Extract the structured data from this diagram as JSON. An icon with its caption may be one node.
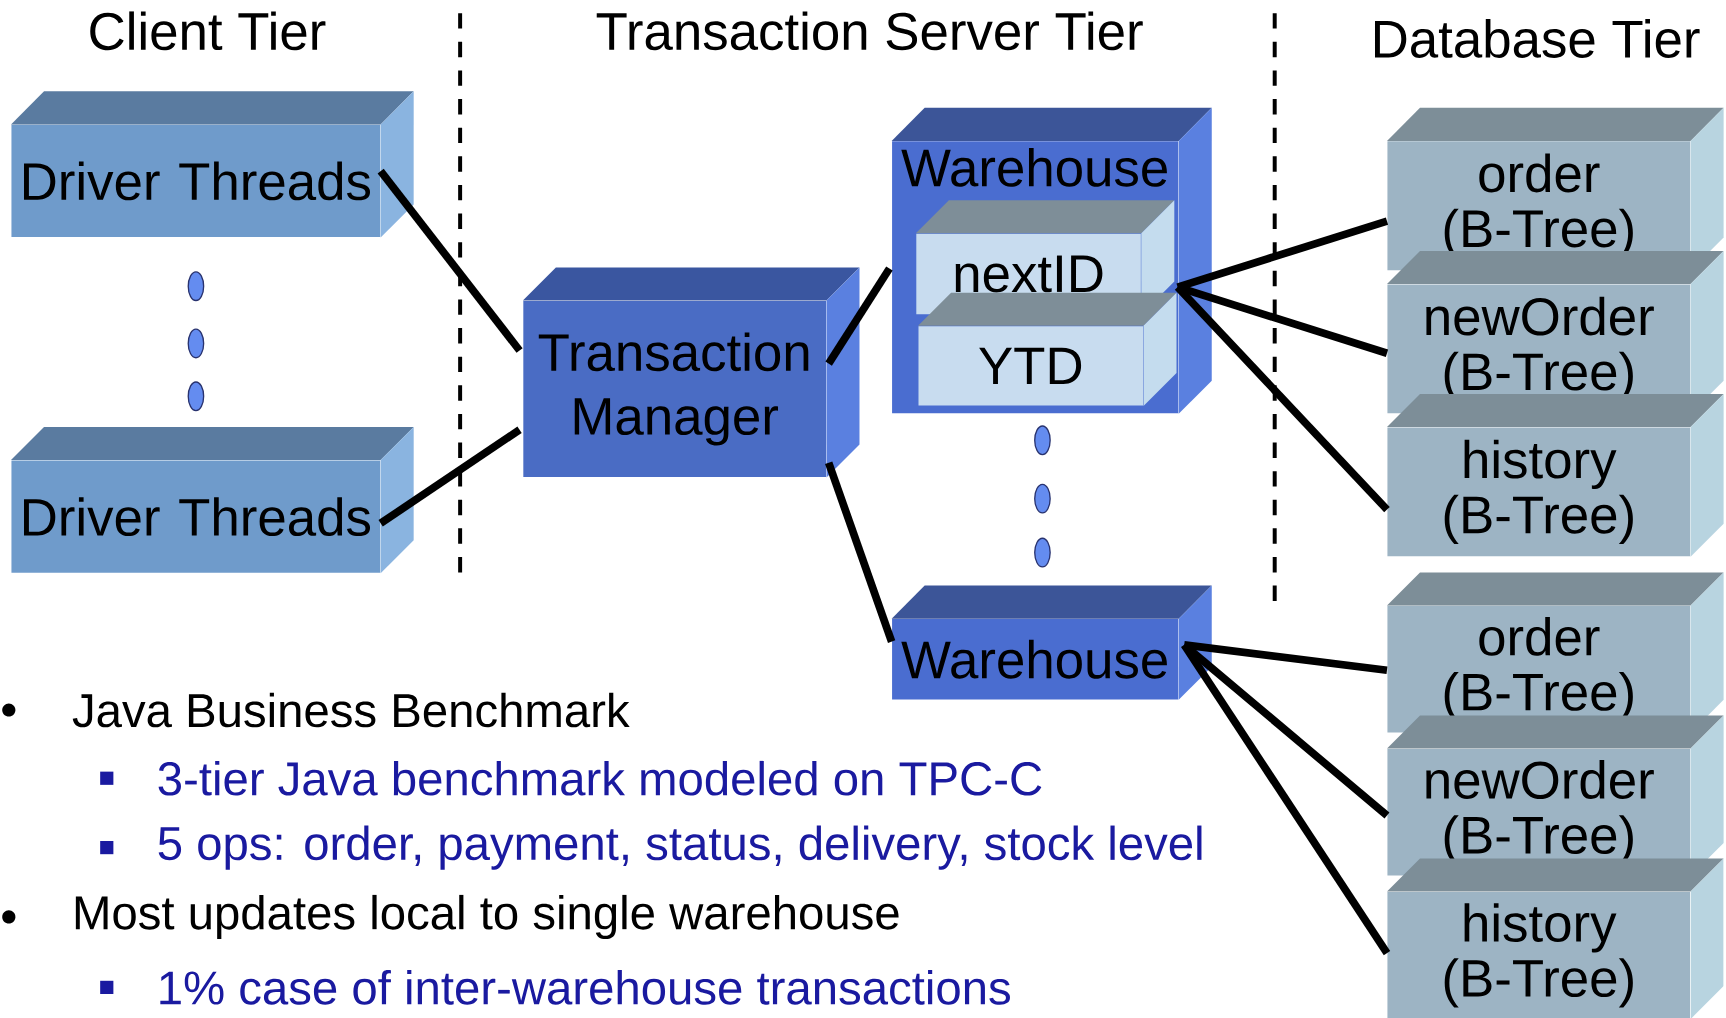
{
  "diagram": {
    "nodes": [
      {
        "text": [
          "Driver Threads"
        ]
      },
      {
        "text": [
          "Driver Threads"
        ]
      },
      {
        "text": [
          "Transaction Manager"
        ]
      },
      {
        "text": [
          "Warehouse"
        ]
      },
      {
        "text": [
          "nextID"
        ],
        "in": 3
      },
      {
        "text": [
          "YTD"
        ],
        "in": 3
      },
      {
        "text": [
          "Warehouse"
        ]
      },
      {
        "text": [
          "order (B-Tree)"
        ]
      },
      {
        "text": [
          "newOrder (B-Tree)"
        ]
      },
      {
        "text": [
          "history (B-Tree)"
        ]
      },
      {
        "text": [
          "order (B-Tree)"
        ]
      },
      {
        "text": [
          "newOrder (B-Tree)"
        ]
      },
      {
        "text": [
          "history (B-Tree)"
        ]
      }
    ],
    "edges": [
      {
        "from": 0,
        "to": 2,
        "arrow": "none"
      },
      {
        "from": 1,
        "to": 2,
        "arrow": "none"
      },
      {
        "from": 2,
        "to": 3,
        "arrow": "none"
      },
      {
        "from": 2,
        "to": 6,
        "arrow": "none"
      },
      {
        "from": 4,
        "to": 7,
        "arrow": "none"
      },
      {
        "from": 4,
        "to": 8,
        "arrow": "none"
      },
      {
        "from": 4,
        "to": 9,
        "arrow": "none"
      },
      {
        "from": 6,
        "to": 10,
        "arrow": "none"
      },
      {
        "from": 6,
        "to": 11,
        "arrow": "none"
      },
      {
        "from": 6,
        "to": 12,
        "arrow": "none"
      }
    ],
    "labels": [
      "Client Tier",
      "Transaction Server Tier",
      "Database Tier",
      "Java Business Benchmark",
      "3-tier Java benchmark modeled on TPC-C",
      "5 ops: order, payment, status, delivery, stock level",
      "Most updates local to single warehouse",
      "1% case of inter-warehouse transactions"
    ]
  }
}
